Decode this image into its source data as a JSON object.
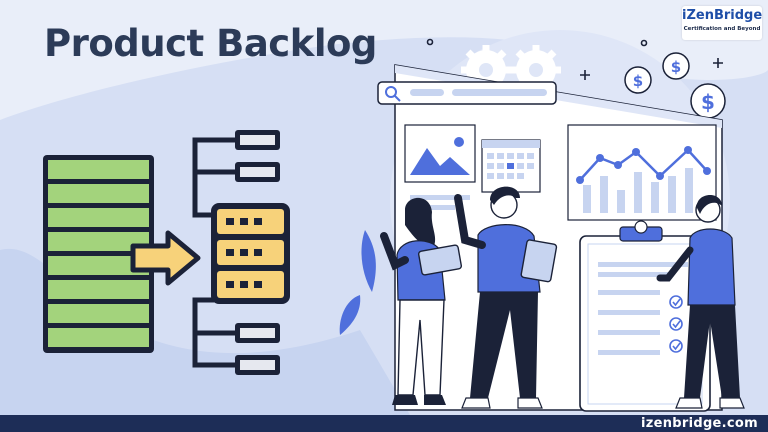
{
  "header": {
    "title": "Product Backlog"
  },
  "brand": {
    "name": "iZenBridge",
    "tagline": "Certification and Beyond",
    "website": "izenbridge.com"
  },
  "colors": {
    "navy": "#1d2d57",
    "title": "#2c3b58",
    "backlog_green": "#a3d37c",
    "sprint_yellow": "#f7d27a",
    "accent_blue": "#4f6fdc",
    "background": "#e9eef9"
  },
  "icons": [
    "search-icon",
    "gear-icon",
    "dollar-coin-icon",
    "image-icon",
    "calendar-icon",
    "line-chart-icon",
    "checkmark-icon",
    "sparkle-icon",
    "arrow-right-icon",
    "pin-icon"
  ]
}
